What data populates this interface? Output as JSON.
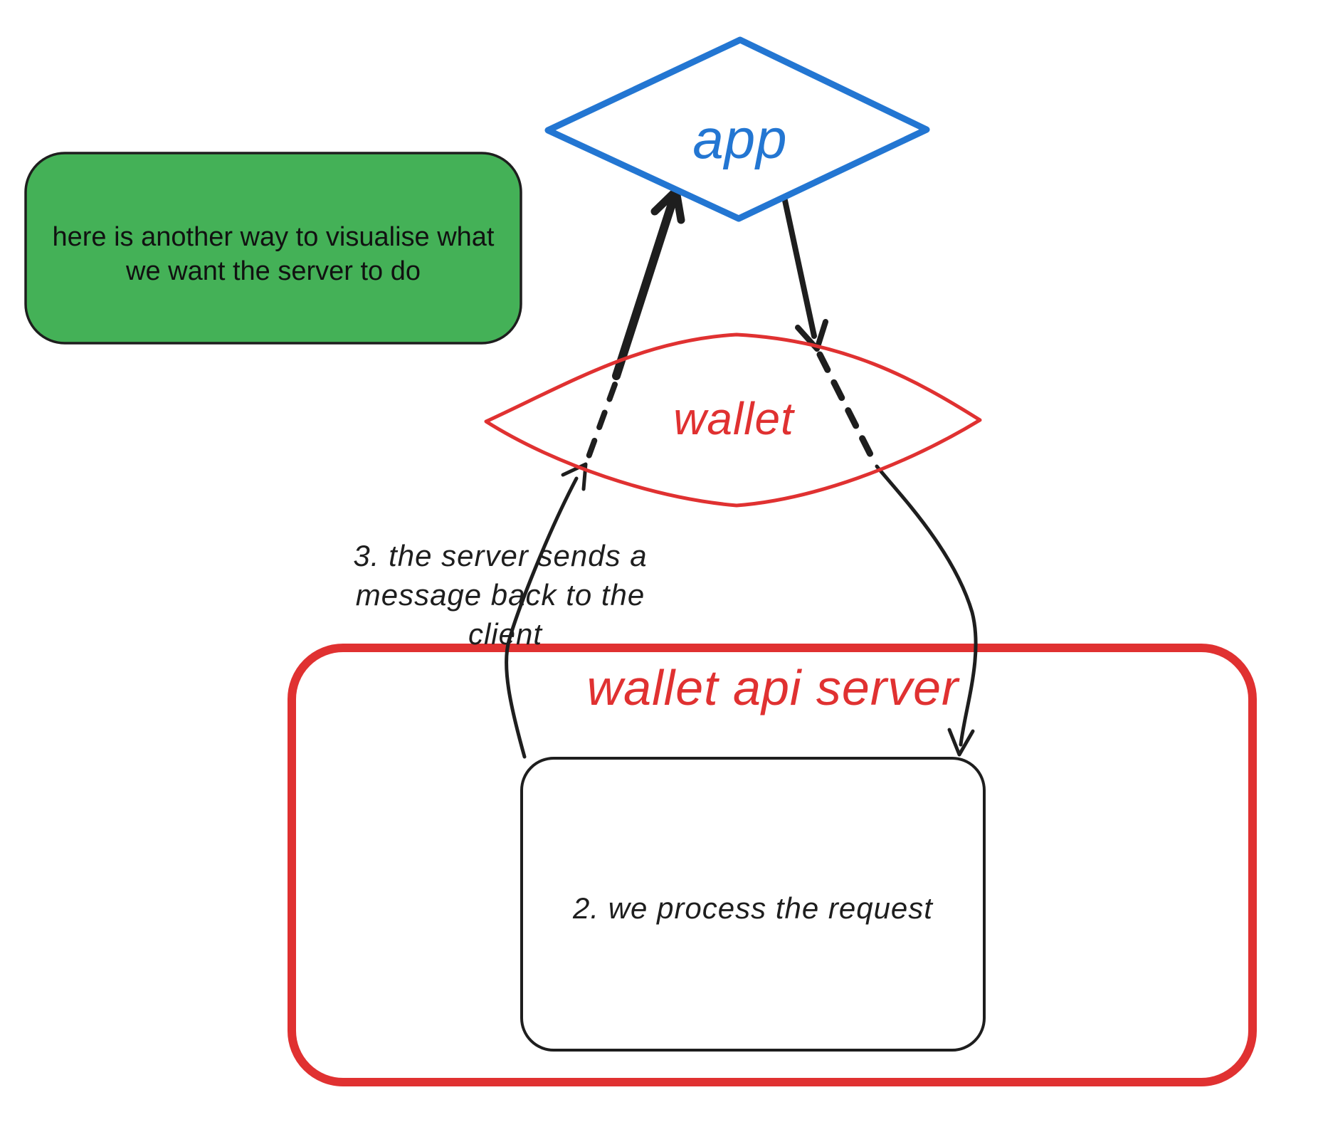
{
  "canvas": {
    "background": "#ffffff"
  },
  "colors": {
    "blue": "#2376d2",
    "red": "#e03131",
    "green": "#44b157",
    "ink": "#1e1e1e"
  },
  "app_node": {
    "label": "app"
  },
  "wallet_node": {
    "label": "wallet"
  },
  "server_box": {
    "title": "wallet api server"
  },
  "process_box": {
    "label": "2. we process the request"
  },
  "green_note": {
    "line1": "here is another way to visualise what",
    "line2": "we want the server to do"
  },
  "step3_note": {
    "line1": "3. the server sends a",
    "line2": "message back to the",
    "line3": "client"
  }
}
